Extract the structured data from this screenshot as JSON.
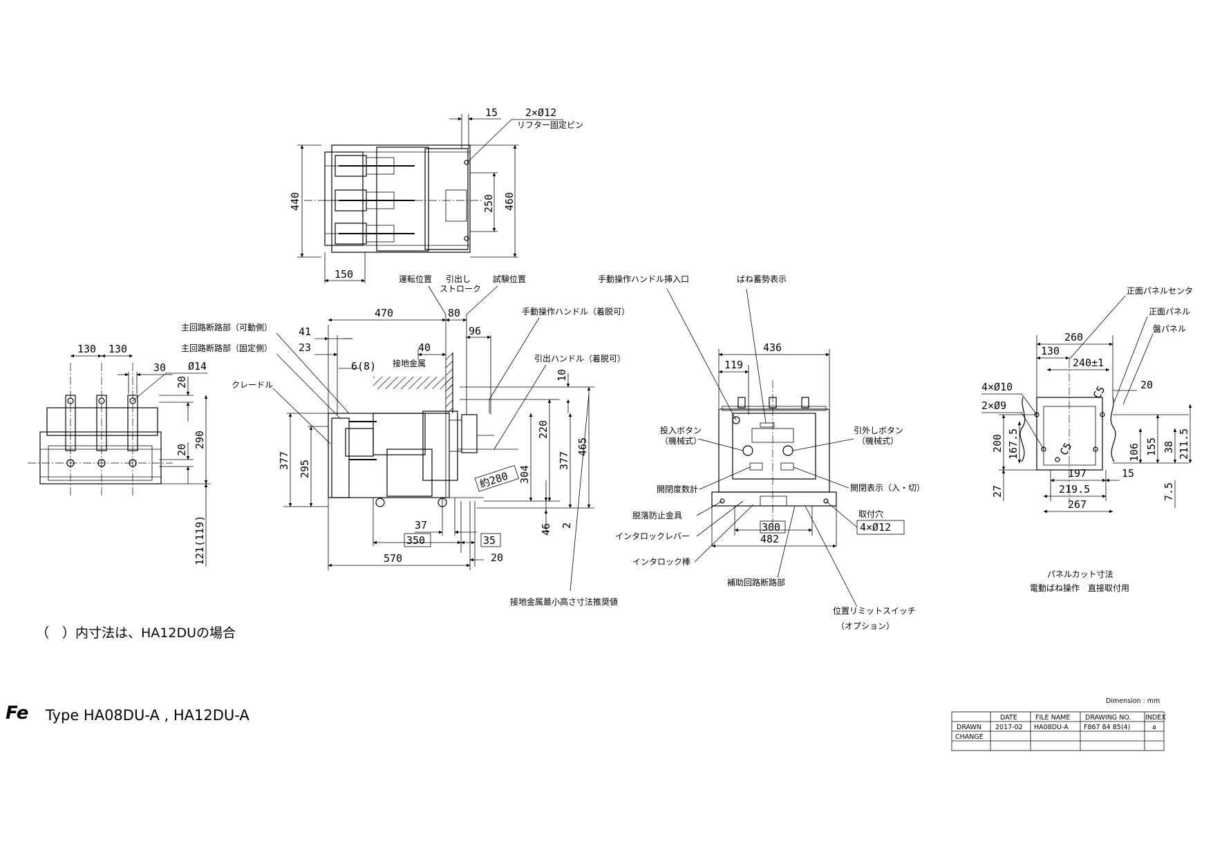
{
  "top_view": {
    "d15": "15",
    "pin": "2×Ø12",
    "pin_label": "リフター固定ピン",
    "d440": "440",
    "d250": "250",
    "d460": "460",
    "d150": "150"
  },
  "left_view": {
    "d130a": "130",
    "d130b": "130",
    "d30": "30",
    "d14": "Ø14",
    "d20a": "20",
    "d290": "290",
    "d20b": "20",
    "d121": "121(119)"
  },
  "side_view": {
    "lbl_main_movable": "主回路断路部（可動側）",
    "lbl_main_fixed": "主回路断路部（固定側）",
    "lbl_cradle": "クレードル",
    "lbl_run": "運転位置",
    "lbl_stroke1": "引出し",
    "lbl_stroke2": "ストローク",
    "lbl_test": "試験位置",
    "lbl_handle": "手動操作ハンドル（着脱可）",
    "lbl_pull": "引出ハンドル（着脱可）",
    "lbl_ground": "接地金属",
    "lbl_ground_min": "接地金属最小高さ寸法推奨値",
    "d470": "470",
    "d80": "80",
    "d41": "41",
    "d23": "23",
    "d40": "40",
    "d96": "96",
    "d6": "6(8)",
    "d10": "10",
    "d220": "220",
    "d377a": "377",
    "d295": "295",
    "d304": "304",
    "d377b": "377",
    "d465": "465",
    "d280": "約280",
    "d37": "37",
    "d46": "46",
    "d2": "2",
    "d350": "350",
    "d35": "35",
    "d570": "570",
    "d20": "20"
  },
  "front_view": {
    "lbl_hand_in": "手動操作ハンドル挿入口",
    "lbl_spring": "ばね蓄勢表示",
    "lbl_close1": "投入ボタン",
    "lbl_close2": "（機械式）",
    "lbl_trip1": "引外しボタン",
    "lbl_trip2": "（機械式）",
    "lbl_counter": "開閉度数計",
    "lbl_indicator": "開閉表示（入・切）",
    "lbl_anti": "脱落防止金具",
    "lbl_ilever": "インタロックレバー",
    "lbl_irod": "インタロック棒",
    "lbl_hole": "取付穴",
    "lbl_hole_val": "4×Ø12",
    "lbl_aux": "補助回路断路部",
    "lbl_limit1": "位置リミットスイッチ",
    "lbl_limit2": "（オプション）",
    "d436": "436",
    "d119": "119",
    "d300": "300",
    "d482": "482"
  },
  "panel_cut": {
    "lbl_center": "正面パネルセンタ",
    "lbl_front": "正面パネル",
    "lbl_board": "盤パネル",
    "d260": "260",
    "d130": "130",
    "d240": "240±1",
    "d20": "20",
    "h4": "4×Ø10",
    "h2": "2×Ø9",
    "c5a": "C5",
    "c5b": "C5",
    "d200": "200",
    "d1675": "167.5",
    "d27": "27",
    "d106": "106",
    "d155": "155",
    "d38": "38",
    "d2115": "211.5",
    "d75": "7.5",
    "d197": "197",
    "d15": "15",
    "d2195": "219.5",
    "d267": "267",
    "title1": "パネルカット寸法",
    "title2": "電動ばね操作　直接取付用"
  },
  "note": "（　）内寸法は、HA12DUの場合",
  "brand": {
    "logo": "Fe",
    "type": "Type HA08DU-A , HA12DU-A"
  },
  "title_block": {
    "unit": "Dimension : mm",
    "headers": [
      "DATE",
      "FILE NAME",
      "DRAWING NO.",
      "INDEX"
    ],
    "row1_label": "DRAWN",
    "row1": [
      "2017-02",
      "HA08DU-A",
      "F867 84 85(4)",
      "a"
    ],
    "row2_label": "CHANGE"
  }
}
